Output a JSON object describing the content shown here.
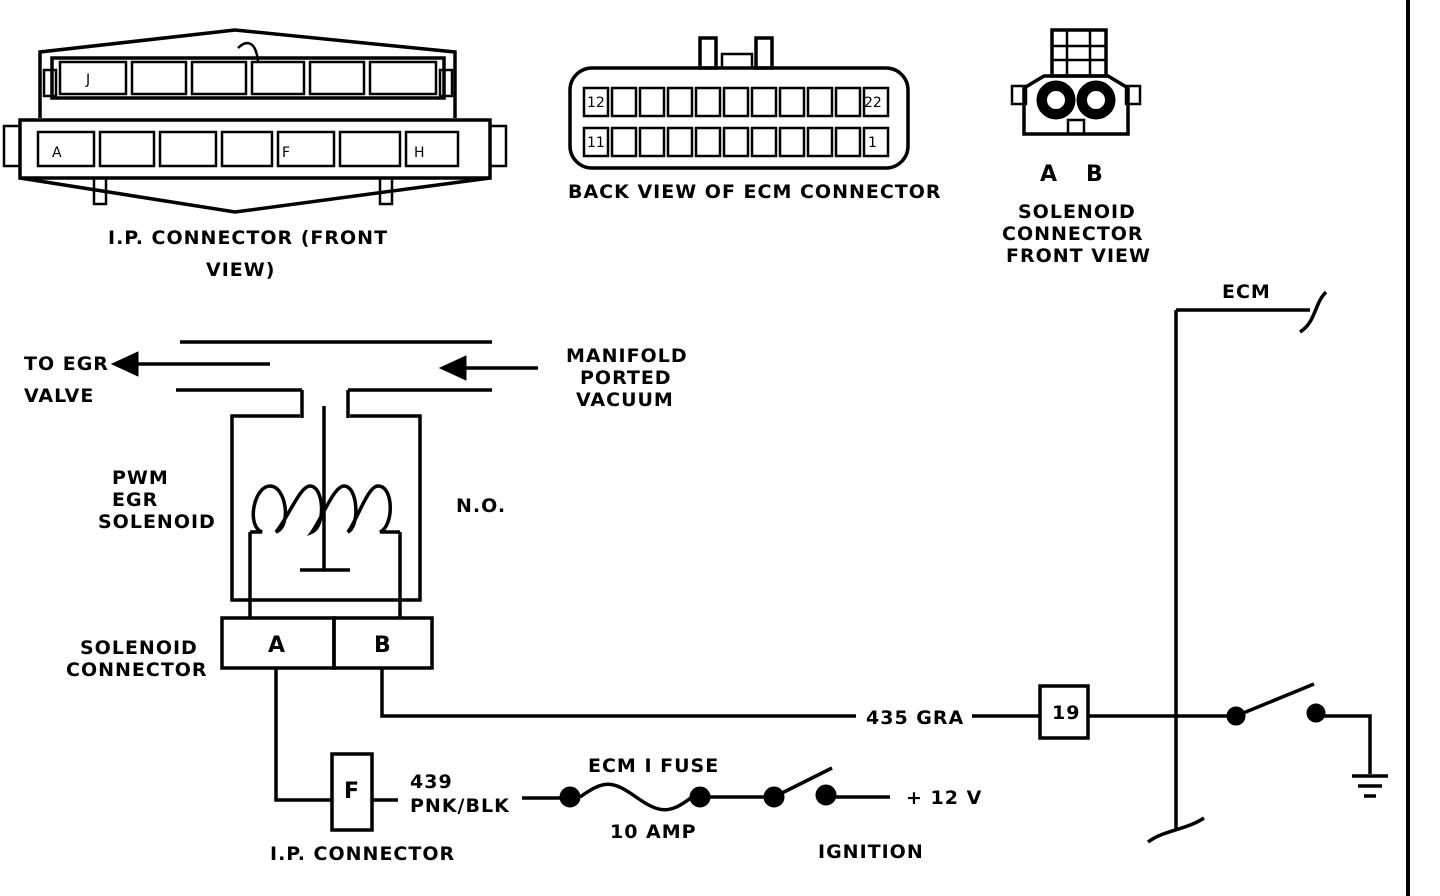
{
  "connectors": {
    "ip_front_label_1": "I.P. CONNECTOR (FRONT",
    "ip_front_label_2": "VIEW)",
    "ip_pins": {
      "j": "J",
      "a": "A",
      "f": "F",
      "h": "H"
    },
    "ecm_back_label": "BACK VIEW OF ECM CONNECTOR",
    "ecm_pins": {
      "p12": "12",
      "p22": "22",
      "p11": "11",
      "p1": "1"
    },
    "solenoid_pin_a": "A",
    "solenoid_pin_b": "B",
    "solenoid_label_1": "SOLENOID",
    "solenoid_label_2": "CONNECTOR",
    "solenoid_label_3": "FRONT VIEW"
  },
  "schematic": {
    "to_egr_1": "TO EGR",
    "to_egr_2": "VALVE",
    "manifold_1": "MANIFOLD",
    "manifold_2": "PORTED",
    "manifold_3": "VACUUM",
    "pwm_1": "PWM",
    "pwm_2": "EGR",
    "pwm_3": "SOLENOID",
    "no": "N.O.",
    "sol_conn_1": "SOLENOID",
    "sol_conn_2": "CONNECTOR",
    "pin_a": "A",
    "pin_b": "B",
    "ecm": "ECM",
    "wire_435": "435 GRA",
    "ecm_pin": "19",
    "ip_pin": "F",
    "wire_439_1": "439",
    "wire_439_2": "PNK/BLK",
    "fuse_name": "ECM I FUSE",
    "fuse_rating": "10 AMP",
    "ignition": "IGNITION",
    "supply": "+ 12 V",
    "ip_connector": "I.P. CONNECTOR"
  }
}
